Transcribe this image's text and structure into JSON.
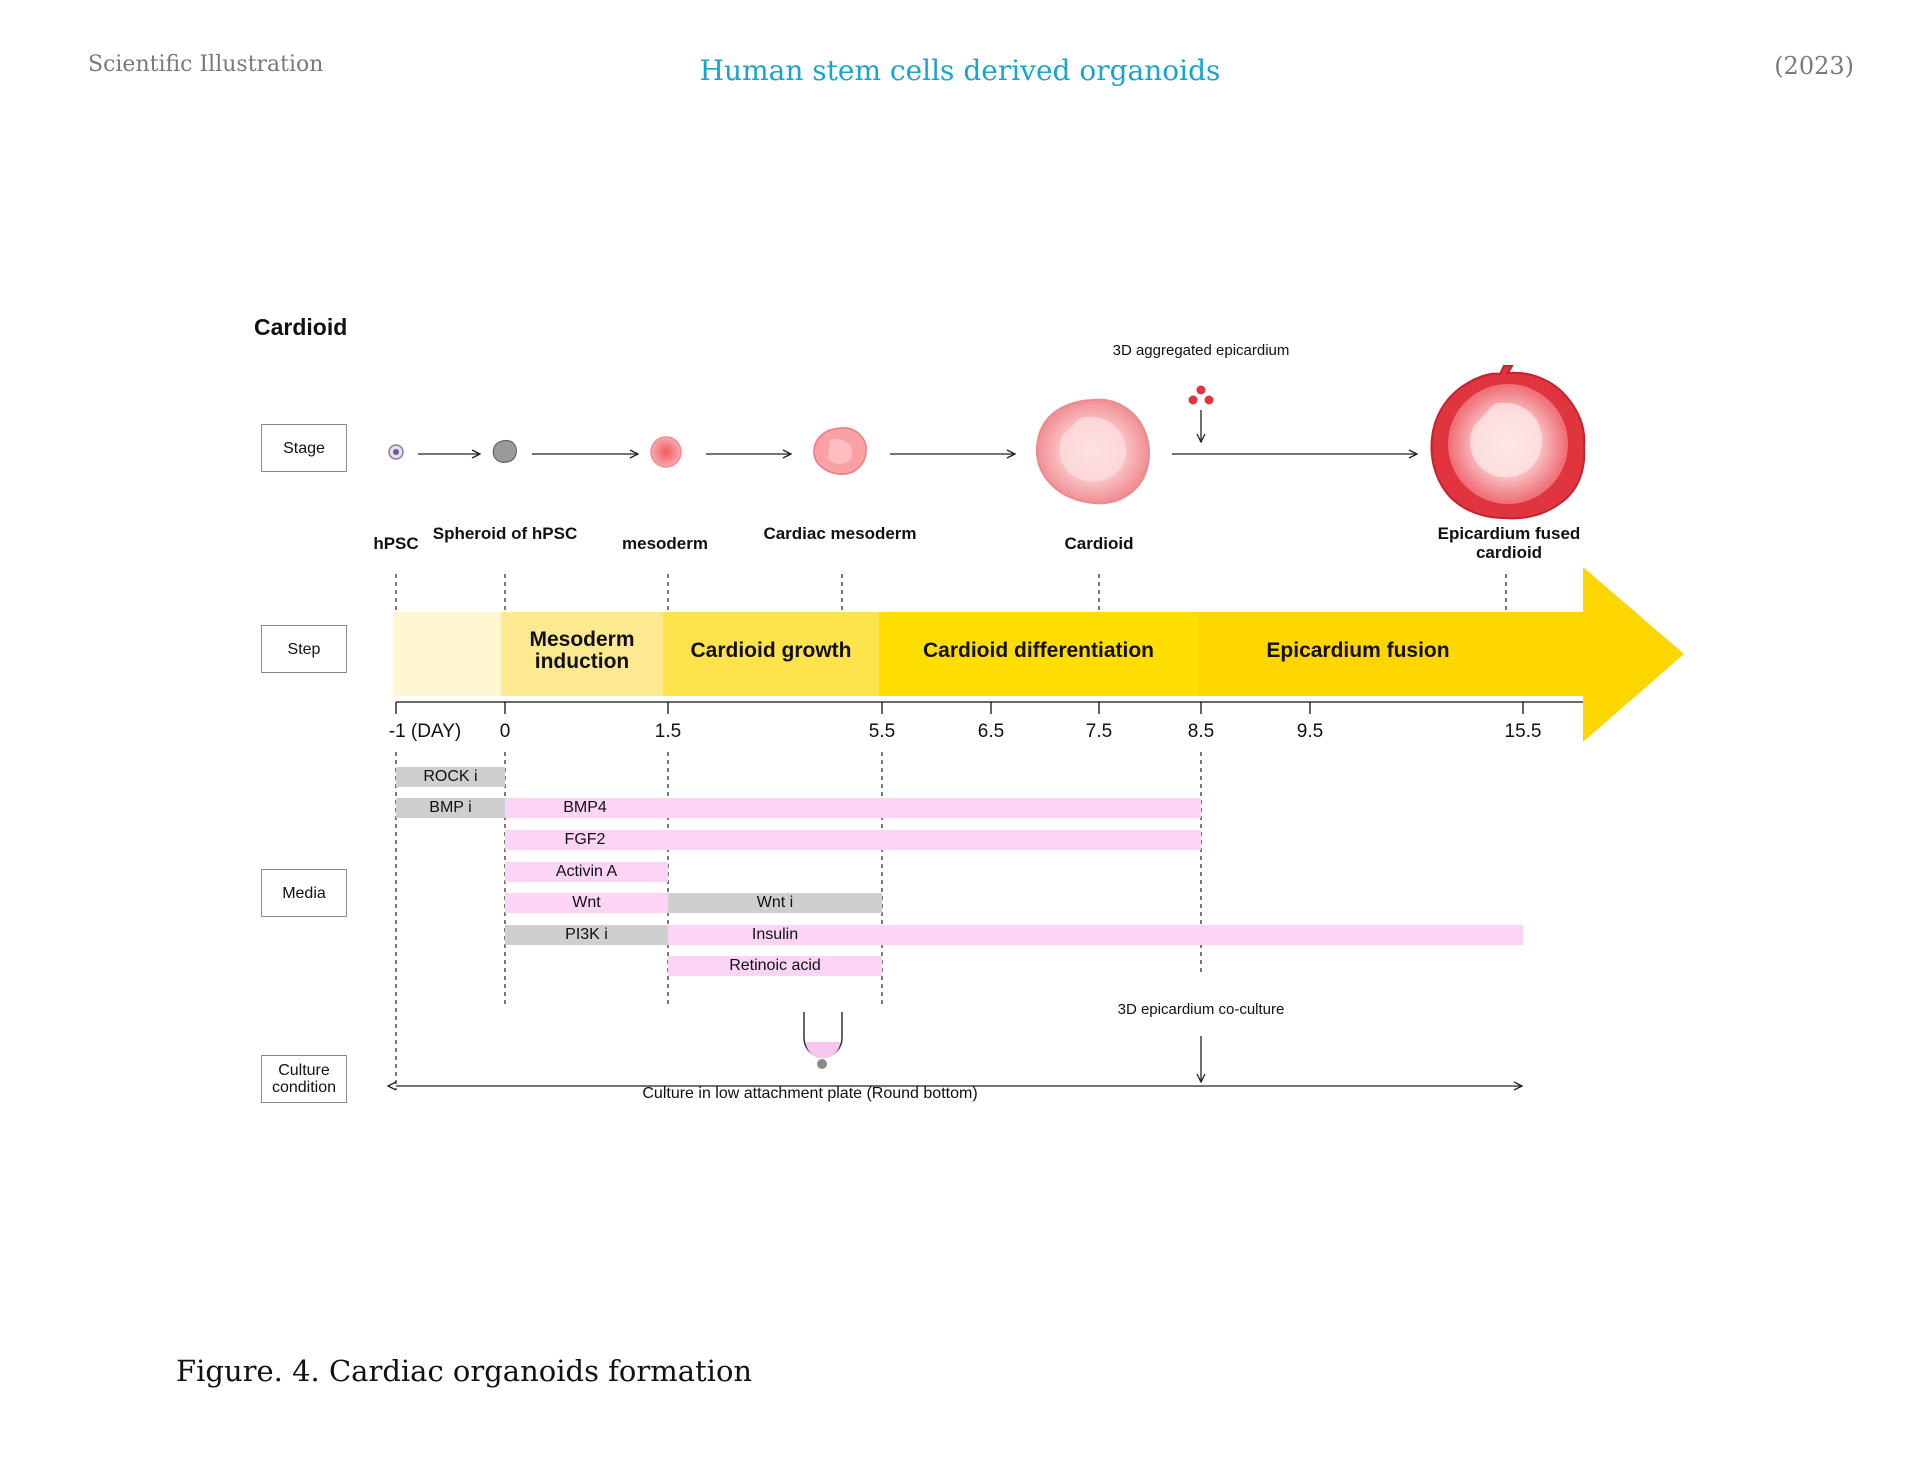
{
  "header": {
    "left": "Scientific  Illustration",
    "center": "Human stem cells derived organoids",
    "right": "(2023)"
  },
  "diagram": {
    "title": "Cardioid",
    "rows": {
      "stage": "Stage",
      "step": "Step",
      "media": "Media",
      "culture": "Culture condition"
    },
    "stages": [
      {
        "name": "hPSC"
      },
      {
        "name": "Spheroid of hPSC"
      },
      {
        "name": "mesoderm"
      },
      {
        "name": "Cardiac mesoderm"
      },
      {
        "name": "Cardioid"
      },
      {
        "name": "Epicardium fused cardioid"
      }
    ],
    "epicardium_note": "3D aggregated epicardium",
    "steps": [
      {
        "label": "Mesoderm induction",
        "color": "#fde98f"
      },
      {
        "label": "Cardioid growth",
        "color": "#fee34c"
      },
      {
        "label": "Cardioid differentiation",
        "color": "#fedd00"
      },
      {
        "label": "Epicardium fusion",
        "color": "#fdd600"
      }
    ],
    "initial_segment_color": "#fff6d2",
    "arrow_color": "#fdd600",
    "ticks": [
      "-1 (DAY)",
      "0",
      "1.5",
      "5.5",
      "6.5",
      "7.5",
      "8.5",
      "9.5",
      "15.5"
    ],
    "media": [
      {
        "label": "ROCK i",
        "type": "inhibitor"
      },
      {
        "label": "BMP i",
        "type": "inhibitor"
      },
      {
        "label": "BMP4",
        "type": "factor"
      },
      {
        "label": "FGF2",
        "type": "factor"
      },
      {
        "label": "Activin A",
        "type": "factor"
      },
      {
        "label": "Wnt",
        "type": "factor"
      },
      {
        "label": "Wnt i",
        "type": "inhibitor"
      },
      {
        "label": "PI3K i",
        "type": "inhibitor"
      },
      {
        "label": "Insulin",
        "type": "factor"
      },
      {
        "label": "Retinoic acid",
        "type": "factor"
      }
    ],
    "colors": {
      "factor": "#fcd4f6",
      "inhibitor": "#cfcfcf",
      "organoid": "#f2979b",
      "epicardium": "#e0353f"
    },
    "coculture_note": "3D epicardium co-culture",
    "culture_text": "Culture in low attachment plate (Round bottom)"
  },
  "caption": "Figure. 4. Cardiac organoids formation"
}
